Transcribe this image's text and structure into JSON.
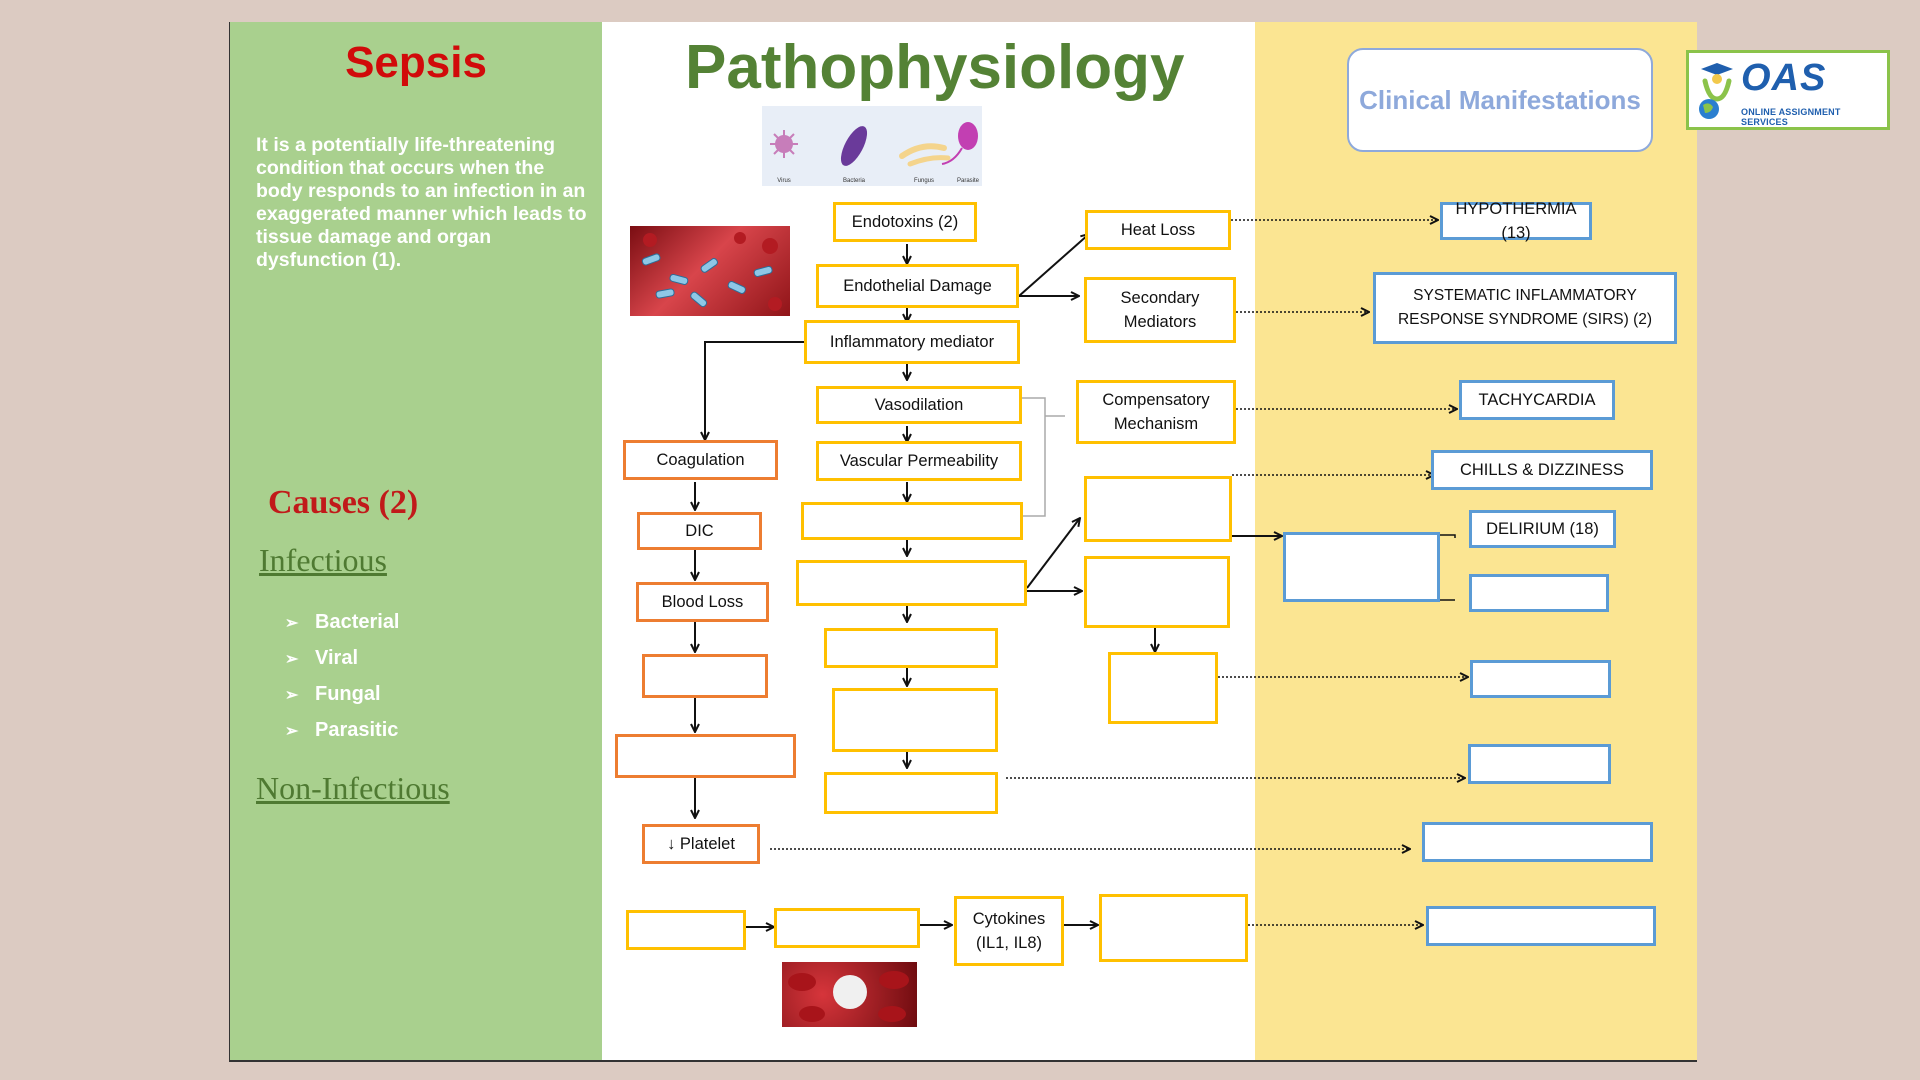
{
  "left": {
    "title": "Sepsis",
    "description": "It is a potentially life-threatening condition that occurs when the body responds to an infection in an exaggerated manner which leads to tissue damage and organ dysfunction (1).",
    "causes_title": "Causes (2)",
    "infectious_label": "Infectious",
    "infectious_items": [
      "Bacterial",
      "Viral",
      "Fungal",
      "Parasitic"
    ],
    "list_marker": "➢",
    "noninfectious_label": "Non-Infectious"
  },
  "center": {
    "title": "Pathophysiology",
    "microbe_labels": [
      "Virus",
      "Bacteria",
      "Fungus",
      "Parasite"
    ],
    "endotoxins": "Endotoxins (2)",
    "endothelial_damage": "Endothelial Damage",
    "inflammatory_mediator": "Inflammatory mediator",
    "vasodilation": "Vasodilation",
    "vascular_permeability": "Vascular Permeability",
    "coagulation": "Coagulation",
    "dic": "DIC",
    "blood_loss": "Blood Loss",
    "platelet": "↓ Platelet",
    "heat_loss": "Heat Loss",
    "secondary_mediators": "Secondary Mediators",
    "compensatory_mechanism": "Compensatory Mechanism",
    "cytokines": "Cytokines (IL1, IL8)"
  },
  "right": {
    "title": "Clinical Manifestations",
    "hypothermia": "HYPOTHERMIA (13)",
    "sirs": "SYSTEMATIC INFLAMMATORY RESPONSE SYNDROME (SIRS) (2)",
    "tachycardia": "TACHYCARDIA",
    "chills": "CHILLS & DIZZINESS",
    "delirium": "DELIRIUM (18)"
  },
  "logo": {
    "name": "OAS",
    "tagline": "ONLINE ASSIGNMENT SERVICES"
  },
  "colors": {
    "left_panel": "#a9d08e",
    "right_panel": "#fbe592",
    "yellow_box": "#ffc000",
    "orange_box": "#ed7d31",
    "blue_box": "#5b9bd5",
    "sepsis_red": "#d10a0a",
    "patho_green": "#548235"
  }
}
